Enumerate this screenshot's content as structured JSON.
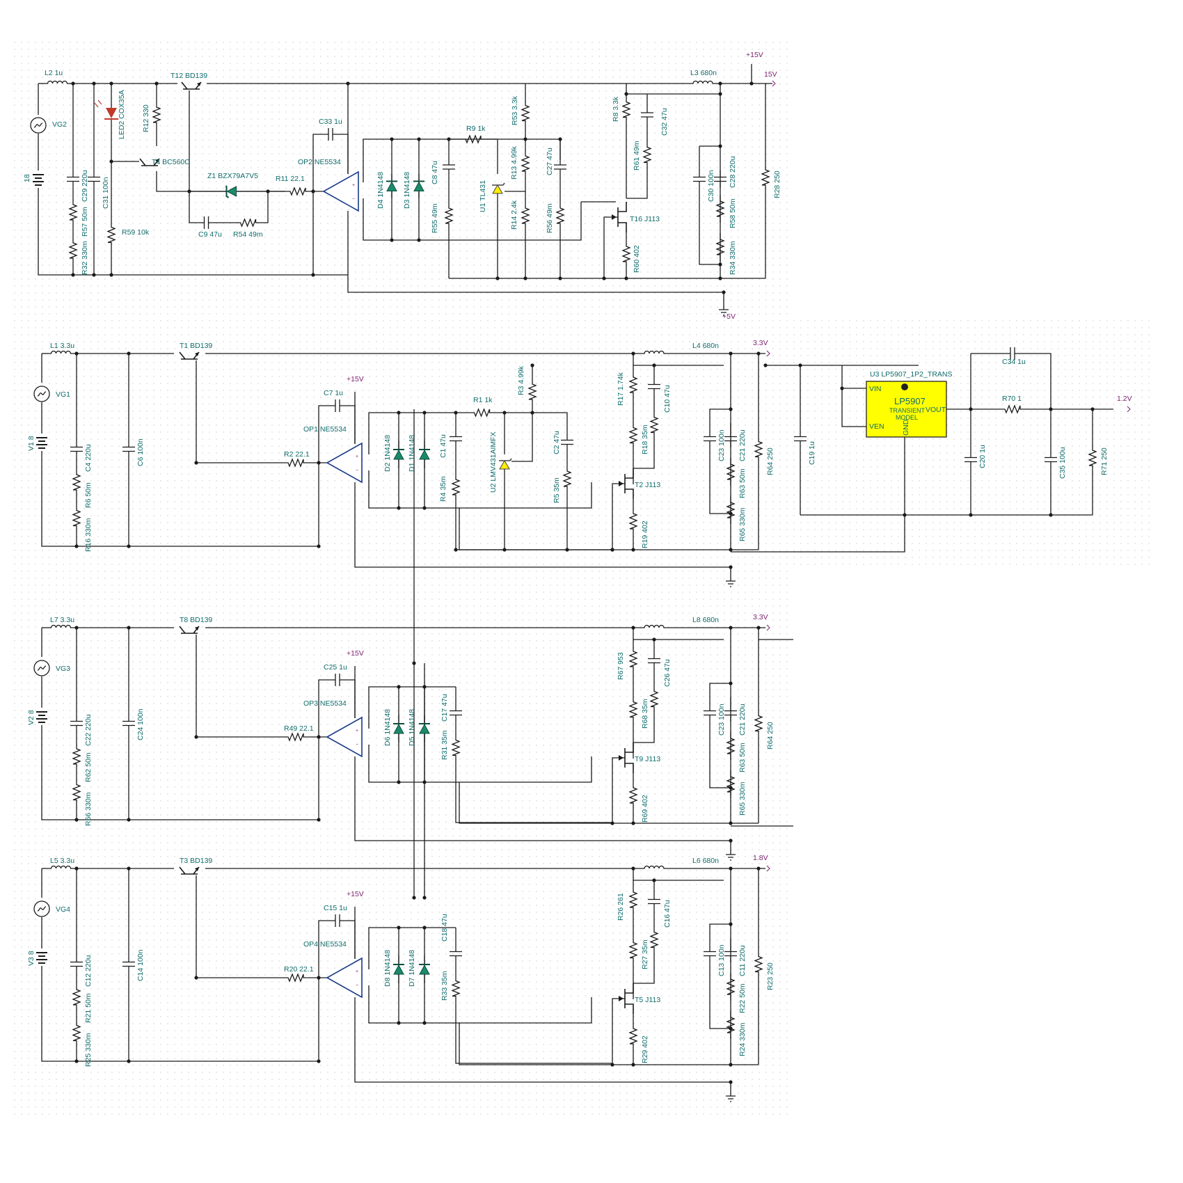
{
  "colors": {
    "wire": "#1a1a1a",
    "label": "#0f6b6b",
    "net": "#7a1f6e",
    "opamp": "#1a3a8a",
    "diode": "#1b8a6b",
    "chip_fill": "#ffff00",
    "led": "#c0392b"
  },
  "section1": {
    "L2": "L2 1u",
    "VG2": "VG2",
    "bat": "18",
    "R57": "R57 50m",
    "R32": "R32 330m",
    "C29": "C29 220u",
    "C31": "C31 100n",
    "LED2": "LED2 COX35A",
    "R59": "R59 10k",
    "R12": "R12 330",
    "T12": "T12 BD139",
    "T4": "T4 BC560C",
    "Z1": "Z1 BZX79A7V5",
    "C9": "C9 47u",
    "R54": "R54 49m",
    "R11": "R11 22.1",
    "C33": "C33 1u",
    "OP2": "OP2 NE5534",
    "D4": "D4 1N4148",
    "D3": "D3 1N4148",
    "C8": "C8 47u",
    "R55": "R55 49m",
    "R9": "R9 1k",
    "U1": "U1 TL431",
    "R53": "R53 3.3k",
    "R13": "R13 4.99k",
    "R14": "R14 2.4k",
    "C27": "C27 47u",
    "R56": "R56 49m",
    "R8": "R8 3.3k",
    "C32": "C32 47u",
    "R61": "R61 49m",
    "T16": "T16 J113",
    "R60": "R60 402",
    "L3": "L3 680n",
    "C30": "C30 100n",
    "C28": "C28 220u",
    "R58": "R58 50m",
    "R34": "R34 330m",
    "R28": "R28 250",
    "net_p15": "+15V",
    "net_15": "15V",
    "net_p5": "+5V"
  },
  "section2": {
    "L1": "L1 3.3u",
    "VG1": "VG1",
    "V1": "V1 8",
    "C4": "C4 220u",
    "R6": "R6 50m",
    "R16": "R16 330m",
    "C6": "C6 100n",
    "T1": "T1 BD139",
    "net_p15": "+15V",
    "C7": "C7 1u",
    "OP1": "OP1 NE5534",
    "R2": "R2 22.1",
    "D2": "D2 1N4148",
    "D1": "D1 1N4148",
    "C1": "C1 47u",
    "R4": "R4 35m",
    "R1": "R1 1k",
    "U2": "U2 LMV431AIMFX",
    "R3": "R3 4.99k",
    "C2": "C2 47u",
    "R5": "R5 35m",
    "R17": "R17 1.74k",
    "C10": "C10 47u",
    "R18": "R18 35m",
    "T2": "T2 J113",
    "R19": "R19 402",
    "L4": "L4 680n",
    "C23": "C23 100n",
    "C21": "C21 220u",
    "R63": "R63 50m",
    "R65": "R65 330m",
    "R64": "R64 250",
    "net_33": "3.3V",
    "C19": "C19 1u",
    "U3": "U3 LP5907_1P2_TRANS",
    "U3_part": "LP5907",
    "U3_sub1": "TRANSIENT",
    "U3_sub2": "MODEL",
    "U3_vin": "VIN",
    "U3_ven": "VEN",
    "U3_vout": "VOUT",
    "U3_gnd": "GND",
    "C34": "C34 1u",
    "R70": "R70 1",
    "C20": "C20 1u",
    "C35": "C35 100u",
    "R71": "R71 250",
    "net_12": "1.2V"
  },
  "section3": {
    "L7": "L7 3.3u",
    "VG3": "VG3",
    "V2": "V2 8",
    "C22": "C22 220u",
    "R62": "R62 50m",
    "R66": "R66 330m",
    "C24": "C24 100n",
    "T8": "T8 BD139",
    "net_p15": "+15V",
    "C25": "C25 1u",
    "OP3": "OP3 NE5534",
    "R49": "R49 22.1",
    "D6": "D6 1N4148",
    "D5": "D5 1N4148",
    "C17": "C17 47u",
    "R31": "R31 35m",
    "R67": "R67 953",
    "C26": "C26 47u",
    "R68": "R68 35m",
    "T9": "T9 J113",
    "R69": "R69 402",
    "L8": "L8 680n",
    "C23": "C23 100n",
    "C21": "C21 220u",
    "R63": "R63 50m",
    "R65": "R65 330m",
    "R64": "R64 250",
    "net_33": "3.3V"
  },
  "section4": {
    "L5": "L5 3.3u",
    "VG4": "VG4",
    "V3": "V3 8",
    "C12": "C12 220u",
    "R21": "R21 50m",
    "R25": "R25 330m",
    "C14": "C14 100n",
    "T3": "T3 BD139",
    "net_p15": "+15V",
    "C15": "C15 1u",
    "OP4": "OP4 NE5534",
    "R20": "R20 22.1",
    "D8": "D8 1N4148",
    "D7": "D7 1N4148",
    "C18": "C18 47u",
    "R33": "R33 35m",
    "R26": "R26 261",
    "C16": "C16 47u",
    "R27": "R27 35m",
    "T5": "T5 J113",
    "R29": "R29 402",
    "L6": "L6 680n",
    "C13": "C13 100n",
    "C11": "C11 220u",
    "R22": "R22 50m",
    "R24": "R24 330m",
    "R23": "R23 250",
    "net_18": "1.8V"
  }
}
